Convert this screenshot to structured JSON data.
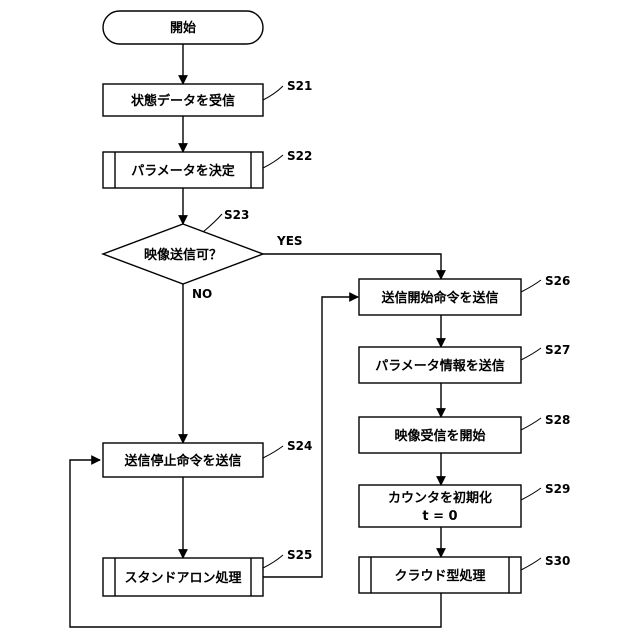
{
  "nodes": {
    "start": {
      "label": "開始"
    },
    "s21": {
      "label": "状態データを受信",
      "step": "S21"
    },
    "s22": {
      "label": "パラメータを決定",
      "step": "S22"
    },
    "s23": {
      "label": "映像送信可？",
      "step": "S23"
    },
    "s24": {
      "label": "送信停止命令を送信",
      "step": "S24"
    },
    "s25": {
      "label": "スタンドアロン処理",
      "step": "S25"
    },
    "s26": {
      "label": "送信開始命令を送信",
      "step": "S26"
    },
    "s27": {
      "label": "パラメータ情報を送信",
      "step": "S27"
    },
    "s28": {
      "label": "映像受信を開始",
      "step": "S28"
    },
    "s29": {
      "label_line1": "カウンタを初期化",
      "label_line2": "t = 0",
      "step": "S29"
    },
    "s30": {
      "label": "クラウド型処理",
      "step": "S30"
    }
  },
  "edges": {
    "yes": "YES",
    "no": "NO"
  }
}
